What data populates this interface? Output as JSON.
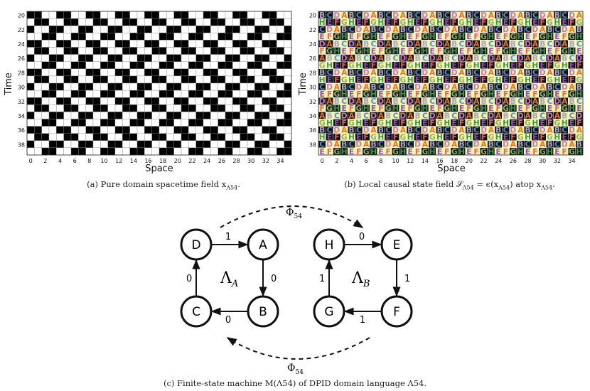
{
  "panel_a": {
    "ylabel": "Time",
    "xlabel": "Space",
    "time_ticks": [
      "20",
      "22",
      "24",
      "26",
      "28",
      "30",
      "32",
      "34",
      "36",
      "38"
    ],
    "space_ticks": [
      "0",
      "2",
      "4",
      "6",
      "8",
      "10",
      "12",
      "14",
      "16",
      "18",
      "20",
      "22",
      "24",
      "26",
      "28",
      "30",
      "32",
      "34"
    ],
    "caption": "(a) Pure domain spacetime field x",
    "caption_sub": "Λ54",
    "caption_end": "."
  },
  "panel_b": {
    "ylabel": "Time",
    "xlabel": "Space",
    "time_ticks": [
      "20",
      "22",
      "24",
      "26",
      "28",
      "30",
      "32",
      "34",
      "36",
      "38"
    ],
    "space_ticks": [
      "0",
      "2",
      "4",
      "6",
      "8",
      "10",
      "12",
      "14",
      "16",
      "18",
      "20",
      "22",
      "24",
      "26",
      "28",
      "30",
      "32",
      "34"
    ],
    "caption_pre": "(b) Local causal state field 𝒮",
    "caption_sub1": "Λ54",
    "caption_mid": " = ϵ(x",
    "caption_sub2": "Λ54",
    "caption_mid2": ") atop x",
    "caption_sub3": "Λ54",
    "caption_end": ".",
    "state_colors": {
      "A": "#e8742a",
      "B": "#a7a7c9",
      "C": "#4f8ed0",
      "D": "#ca79c0",
      "E": "#8f4fb3",
      "F": "#e56268",
      "G": "#8fb45c",
      "H": "#3a9a53"
    },
    "cell_bg_light": "#f2f1a6",
    "cell_bg_dark": "#111111"
  },
  "panel_c": {
    "nodes": [
      "D",
      "A",
      "B",
      "C",
      "H",
      "E",
      "F",
      "G"
    ],
    "edge_labels": {
      "DA": "1",
      "AB": "0",
      "BC": "0",
      "CD": "0",
      "HE": "0",
      "EF": "1",
      "FG": "1",
      "GH": "1"
    },
    "lambda_a": "Λ",
    "lambda_a_sub": "A",
    "lambda_b": "Λ",
    "lambda_b_sub": "B",
    "phi_top": "Φ",
    "phi_top_sub": "54",
    "phi_bottom": "Φ",
    "phi_bottom_sub": "54",
    "caption": "(c) Finite-state machine M(Λ54) of DPID domain language Λ54."
  },
  "chart_data": {
    "type": "heatmap",
    "time_range": [
      20,
      39
    ],
    "space_range": [
      0,
      35
    ],
    "ylabel": "Time",
    "xlabel": "Space",
    "colors": {
      "0": "#ffffff",
      "1": "#000000"
    }
  }
}
